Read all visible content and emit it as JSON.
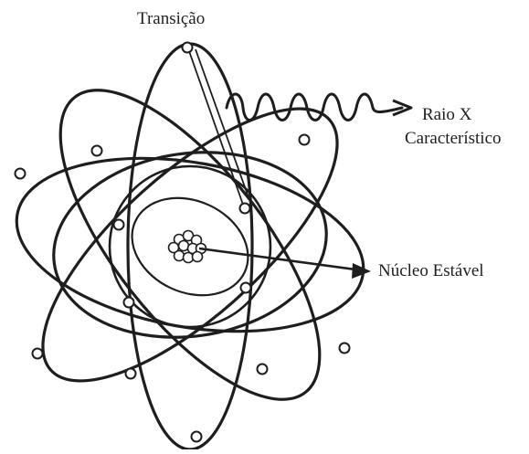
{
  "labels": {
    "transition": "Transição",
    "xray_line1": "Raio X",
    "xray_line2": "Característico",
    "nucleus": "Núcleo Estável"
  },
  "colors": {
    "ink": "#1e1e1e",
    "background": "#ffffff"
  }
}
